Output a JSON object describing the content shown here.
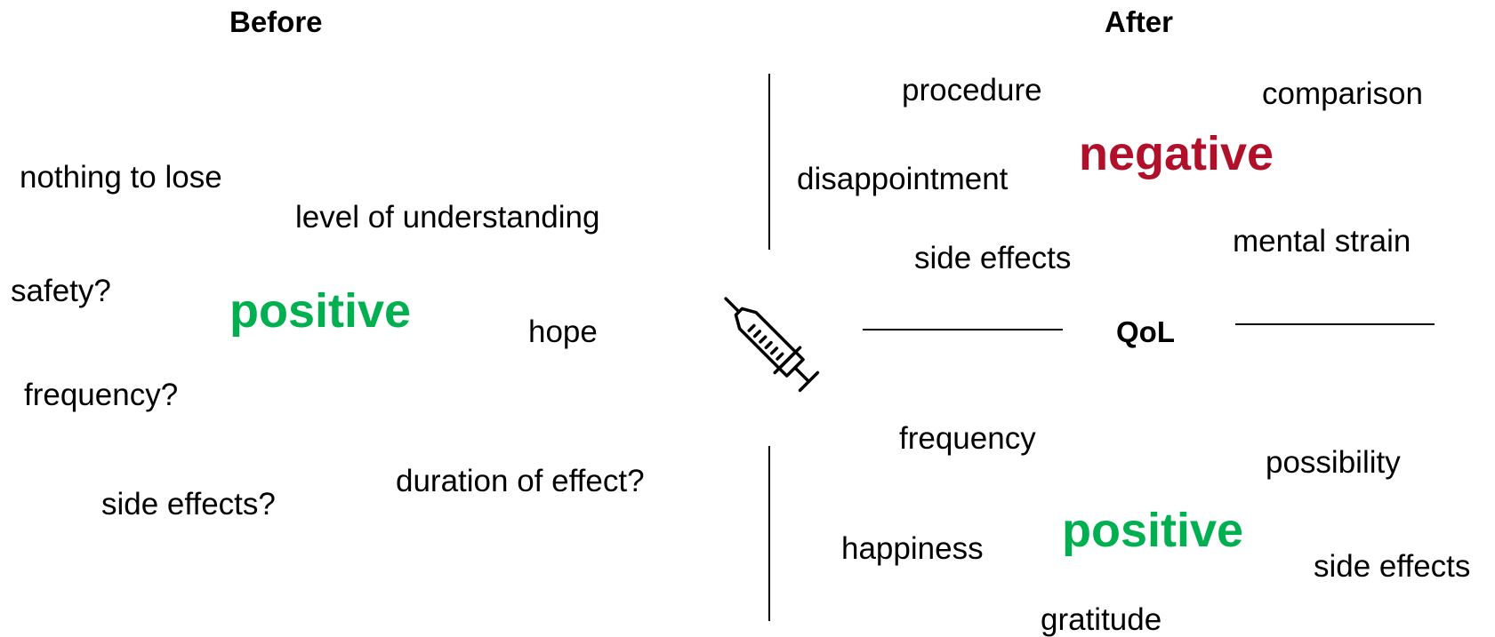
{
  "colors": {
    "positive": "#00B050",
    "negative": "#B0102A",
    "text": "#000000"
  },
  "before": {
    "heading": "Before",
    "center_label": "positive",
    "words": {
      "nothing_to_lose": "nothing to lose",
      "level_of_understanding": "level of understanding",
      "safety": "safety?",
      "hope": "hope",
      "frequency": "frequency?",
      "duration_of_effect": "duration of effect?",
      "side_effects": "side effects?"
    }
  },
  "treatment_icon": "syringe-icon",
  "after": {
    "heading": "After",
    "center_label": "QoL",
    "negative": {
      "label": "negative",
      "words": {
        "procedure": "procedure",
        "comparison": "comparison",
        "disappointment": "disappointment",
        "mental_strain": "mental strain",
        "side_effects": "side effects"
      }
    },
    "positive": {
      "label": "positive",
      "words": {
        "frequency": "frequency",
        "possibility": "possibility",
        "happiness": "happiness",
        "side_effects": "side effects",
        "gratitude": "gratitude"
      }
    }
  }
}
